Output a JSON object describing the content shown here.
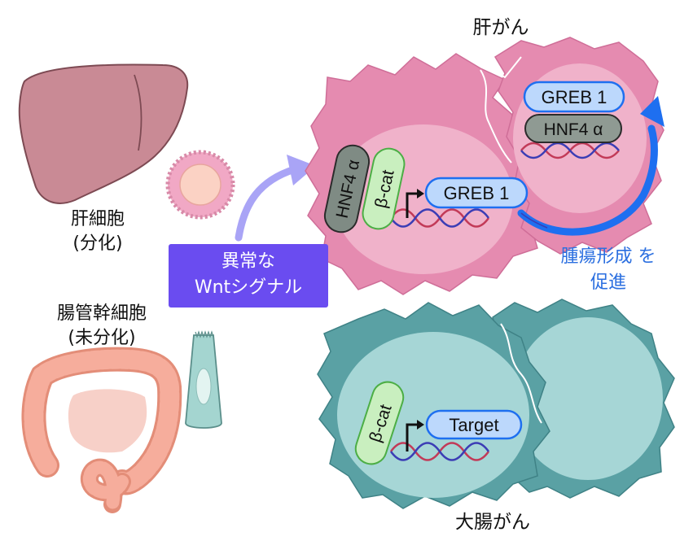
{
  "labels": {
    "liver_cancer": "肝がん",
    "colon_cancer": "大腸がん",
    "hepatocyte_line1": "肝細胞",
    "hepatocyte_line2": "(分化)",
    "intestinal_stem_line1": "腸管幹細胞",
    "intestinal_stem_line2": "(未分化)",
    "wnt_line1": "異常な",
    "wnt_line2": "Wntシグナル",
    "promote_line1": "腫瘍形成 を",
    "promote_line2": "促進"
  },
  "pills": {
    "greb1": "GREB 1",
    "hnf4a": "HNF4 α",
    "beta_cat": "β-cat",
    "target": "Target"
  },
  "colors": {
    "liver_cell": "#e58bb0",
    "liver_nucleus": "#f0b2ca",
    "colon_cell": "#5aa1a4",
    "colon_nucleus": "#a6d6d6",
    "wnt_box": "#6a4cf0",
    "arrow_blue": "#1e6ff0",
    "arrow_lavender": "#a9a4f6"
  }
}
